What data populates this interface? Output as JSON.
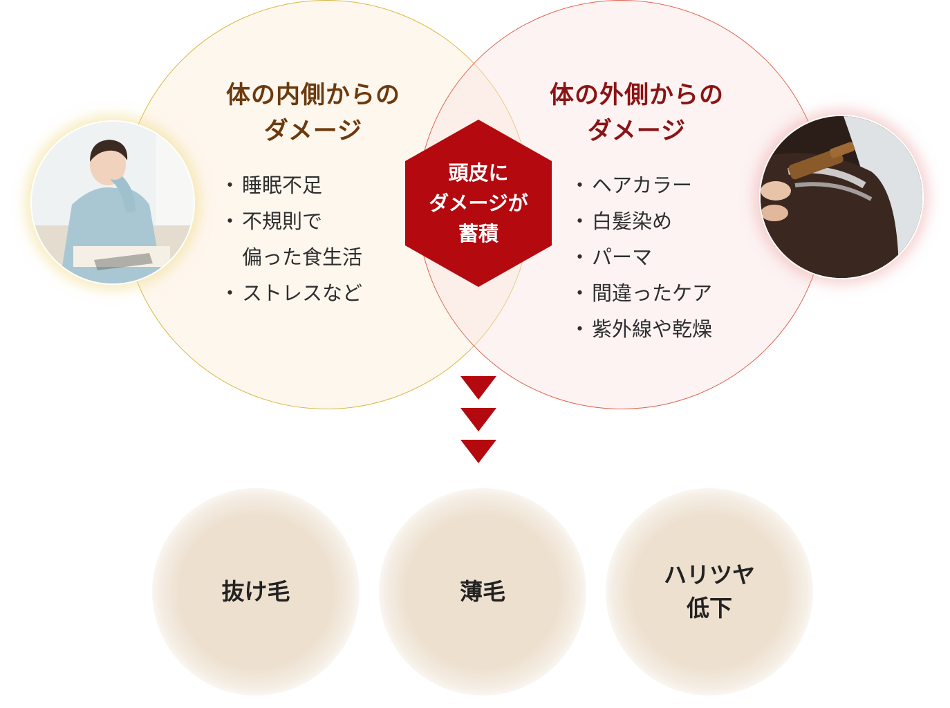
{
  "inner": {
    "heading_line1": "体の内側からの",
    "heading_line2": "ダメージ",
    "items": [
      "睡眠不足",
      "不規則で",
      "偏った食生活",
      "ストレスなど"
    ]
  },
  "outer": {
    "heading_line1": "体の外側からの",
    "heading_line2": "ダメージ",
    "items": [
      "ヘアカラー",
      "白髪染め",
      "パーマ",
      "間違ったケア",
      "紫外線や乾燥"
    ]
  },
  "center": {
    "line1": "頭皮に",
    "line2": "ダメージが",
    "line3": "蓄積"
  },
  "bullet": "・",
  "results": [
    "抜け毛",
    "薄毛",
    "ハリツヤ\n低下"
  ],
  "colors": {
    "inner_border": "#d8b743",
    "outer_border": "#e0634f",
    "inner_heading": "#6b3a0e",
    "outer_heading": "#8a1414",
    "hexagon": "#b3090f",
    "arrow": "#b3090f",
    "result_fill": "#ede0cf"
  },
  "icons": {
    "left_photo": "tired-woman-photo",
    "right_photo": "hair-dye-comb-photo",
    "arrows": "down-triangle-icon"
  }
}
